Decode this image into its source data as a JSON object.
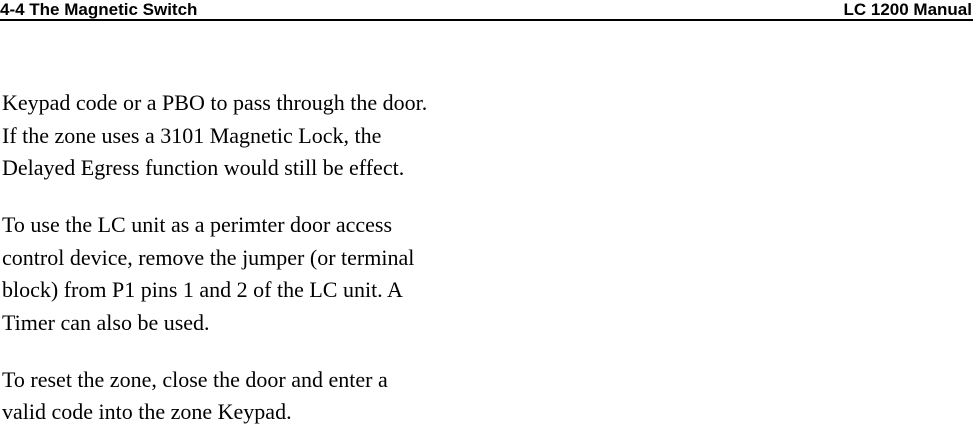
{
  "header": {
    "left": "4-4 The Magnetic Switch",
    "right": "LC 1200 Manual"
  },
  "body": {
    "paragraphs": [
      {
        "lines": [
          "Keypad code or a PBO to pass through the door.",
          "If the zone uses a 3101 Magnetic Lock, the",
          "Delayed Egress function would still be effect."
        ]
      },
      {
        "lines": [
          "To use the LC unit as a perimter door access",
          "control device, remove the jumper (or terminal",
          "block) from P1 pins 1 and 2 of the LC unit. A",
          "Timer can also be used."
        ]
      },
      {
        "lines": [
          "To reset the zone, close the door and enter a",
          "valid code into the zone Keypad."
        ]
      }
    ]
  },
  "colors": {
    "text": "#000000",
    "rule": "#000000",
    "background": "#ffffff"
  }
}
